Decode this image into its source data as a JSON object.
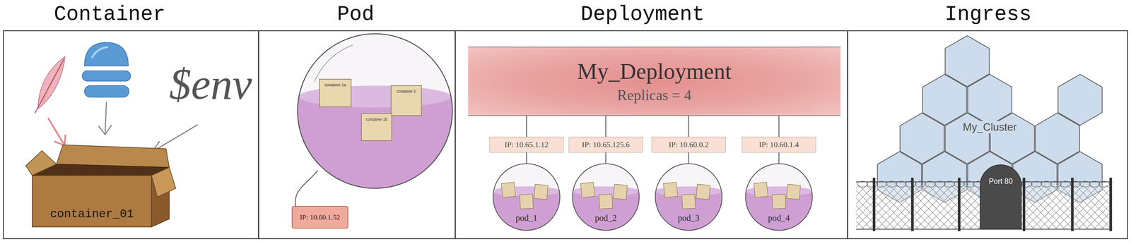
{
  "diagram": {
    "nodes": [
      {
        "text": [
          "Container"
        ]
      },
      {
        "text": [
          "container_01"
        ],
        "in": 0
      },
      {
        "text": [
          "Pod"
        ]
      },
      {
        "text": [
          "container-1a"
        ],
        "in": 2
      },
      {
        "text": [
          "container-1"
        ],
        "in": 2
      },
      {
        "text": [
          "container-1b"
        ],
        "in": 2
      },
      {
        "text": [
          "IP: 10.60.1.52"
        ],
        "in": 2
      },
      {
        "text": [
          "Deployment"
        ]
      },
      {
        "text": [
          "My_Deployment",
          "Replicas = 4"
        ],
        "in": 7
      },
      {
        "text": [
          "IP: 10.65.1.12"
        ],
        "in": 7
      },
      {
        "text": [
          "IP: 10.65.125.6"
        ],
        "in": 7
      },
      {
        "text": [
          "IP: 10.60.0.2"
        ],
        "in": 7
      },
      {
        "text": [
          "IP: 10.60.1.4"
        ],
        "in": 7
      },
      {
        "text": [
          "pod_1"
        ],
        "in": 7
      },
      {
        "text": [
          "pod_2"
        ],
        "in": 7
      },
      {
        "text": [
          "pod_3"
        ],
        "in": 7
      },
      {
        "text": [
          "pod_4"
        ],
        "in": 7
      },
      {
        "text": [
          "Ingress"
        ]
      },
      {
        "text": [
          "My_Cluster"
        ],
        "in": 17
      },
      {
        "text": [
          "Port 80"
        ],
        "in": 17
      }
    ],
    "edges": [
      {
        "from": 8,
        "to": 9,
        "arrow": "none"
      },
      {
        "from": 8,
        "to": 10,
        "arrow": "none"
      },
      {
        "from": 8,
        "to": 11,
        "arrow": "none"
      },
      {
        "from": 8,
        "to": 12,
        "arrow": "none"
      },
      {
        "from": 9,
        "to": 13,
        "arrow": "none"
      },
      {
        "from": 10,
        "to": 14,
        "arrow": "none"
      },
      {
        "from": 11,
        "to": 15,
        "arrow": "none"
      },
      {
        "from": 12,
        "to": 16,
        "arrow": "none"
      }
    ],
    "labels": [
      "$env"
    ]
  }
}
